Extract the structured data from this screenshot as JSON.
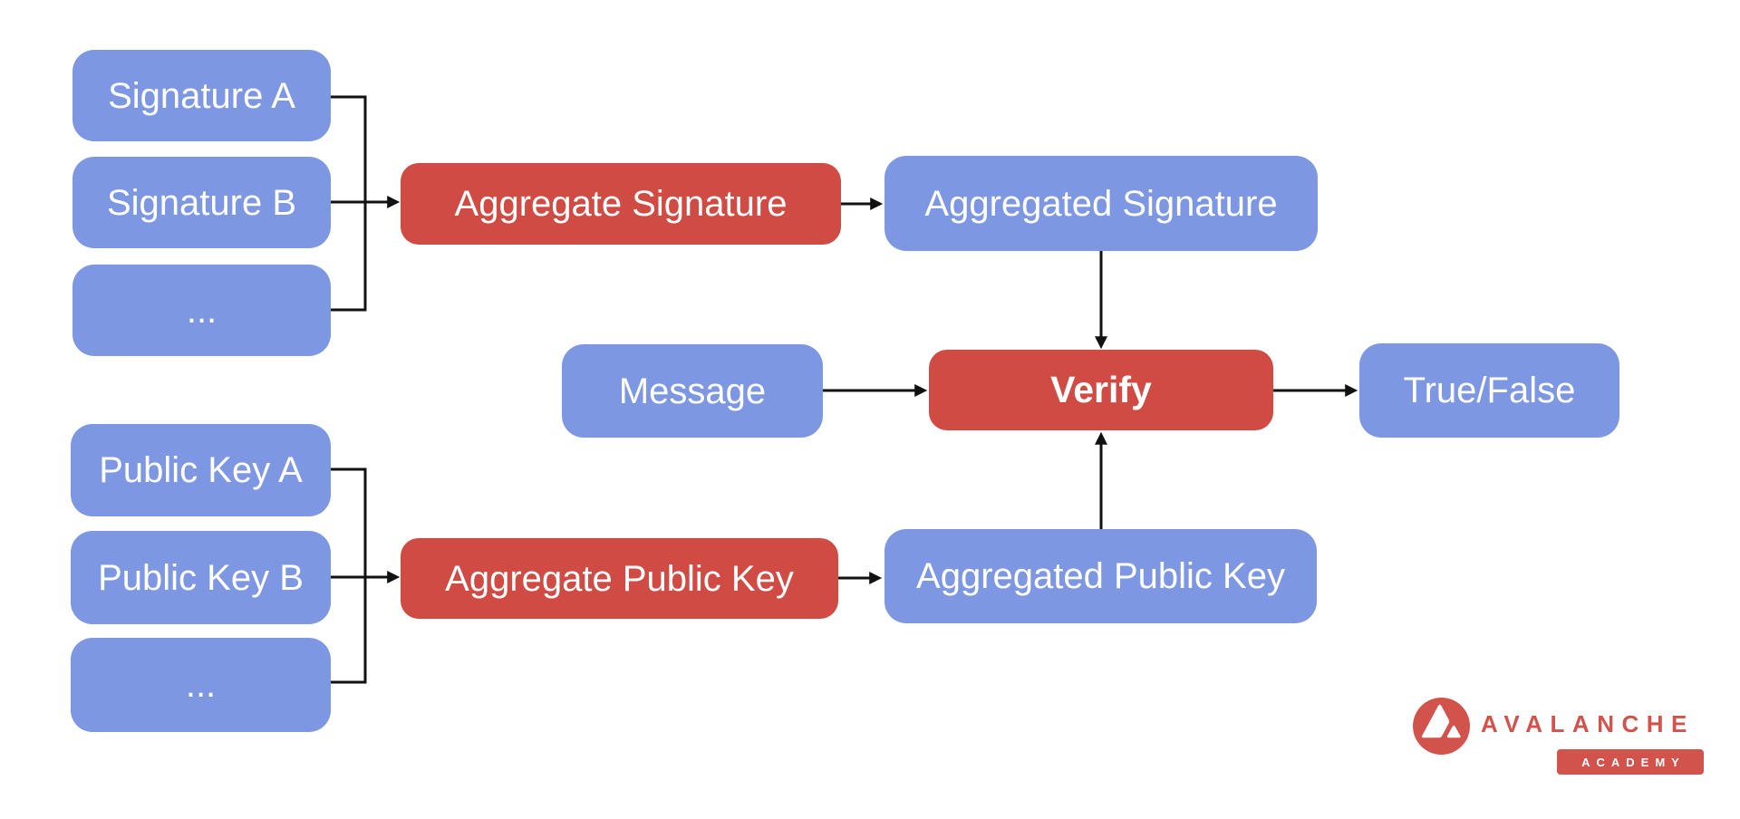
{
  "nodes": {
    "signature_a": {
      "label": "Signature A"
    },
    "signature_b": {
      "label": "Signature B"
    },
    "signatures_more": {
      "label": "..."
    },
    "aggregate_signature": {
      "label": "Aggregate Signature"
    },
    "aggregated_signature": {
      "label": "Aggregated Signature"
    },
    "message": {
      "label": "Message"
    },
    "verify": {
      "label": "Verify"
    },
    "true_false": {
      "label": "True/False"
    },
    "public_key_a": {
      "label": "Public Key A"
    },
    "public_key_b": {
      "label": "Public Key B"
    },
    "public_keys_more": {
      "label": "..."
    },
    "aggregate_public_key": {
      "label": "Aggregate Public Key"
    },
    "aggregated_public_key": {
      "label": "Aggregated Public Key"
    }
  },
  "logo": {
    "brand": "AVALANCHE",
    "badge": "ACADEMY"
  },
  "colors": {
    "node_blue": "#7D97E2",
    "node_red": "#CF4B43",
    "node_text": "#FFFFFF",
    "arrow": "#111111",
    "brand_red": "#D2524C"
  }
}
